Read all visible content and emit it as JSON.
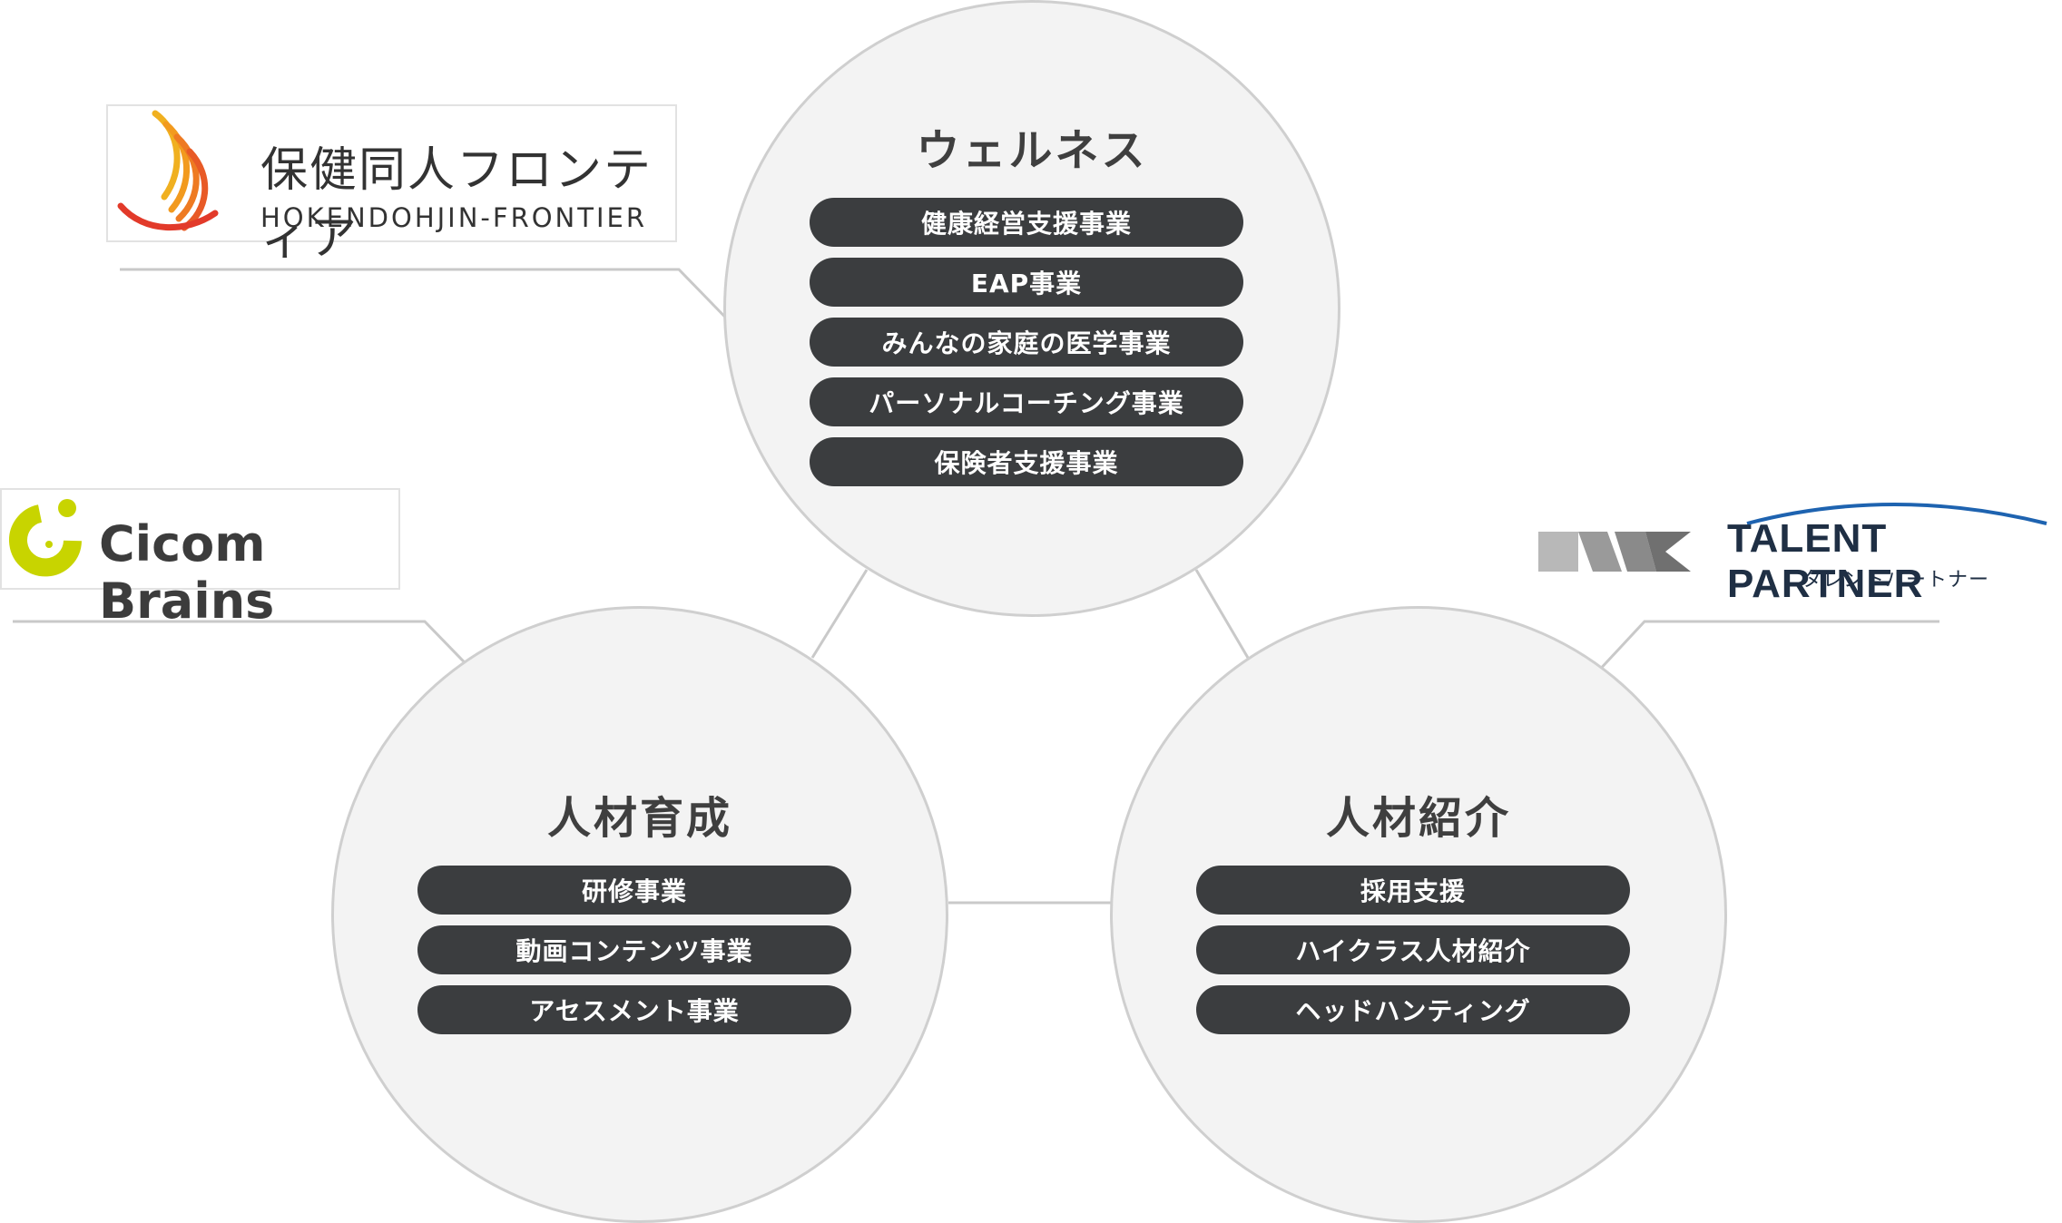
{
  "groups": [
    {
      "title": "ウェルネス",
      "items": [
        "健康経営支援事業",
        "EAP事業",
        "みんなの家庭の医学事業",
        "パーソナルコーチング事業",
        "保険者支援事業"
      ]
    },
    {
      "title": "人材育成",
      "items": [
        "研修事業",
        "動画コンテンツ事業",
        "アセスメント事業"
      ]
    },
    {
      "title": "人材紹介",
      "items": [
        "採用支援",
        "ハイクラス人材紹介",
        "ヘッドハンティング"
      ]
    }
  ],
  "logos": {
    "hokendohjin": {
      "jp": "保健同人フロンティア",
      "en": "HOKENDOHJIN-FRONTIER"
    },
    "cicom": {
      "name": "Cicom Brains"
    },
    "talent": {
      "name": "TALENT PARTNER",
      "kana": "タレントパートナー"
    }
  },
  "colors": {
    "circle_fill": "#f3f3f3",
    "circle_border": "#cfcfcf",
    "pill": "#3b3d3f",
    "connector": "#c9c9c9",
    "hoken_orange": "#f0a020",
    "hoken_red": "#e23a2a",
    "cicom_lime": "#c8d400",
    "talent_navy": "#1f2f44",
    "mwk_gray": "#9a9a9a"
  }
}
